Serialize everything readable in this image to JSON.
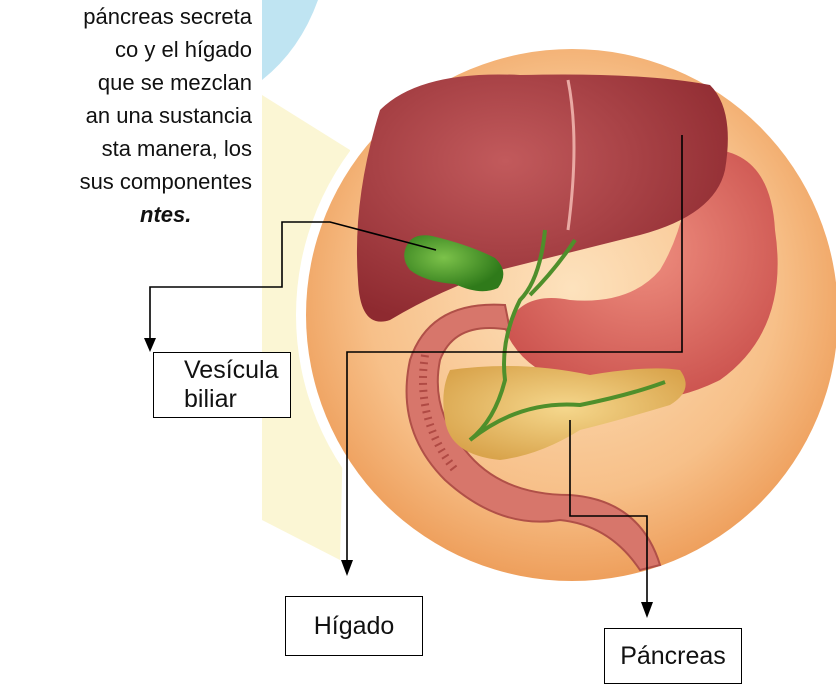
{
  "paragraph": {
    "lines": [
      "páncreas secreta",
      "co y el hígado",
      "que se mezclan",
      "an una sustancia",
      "sta manera, los",
      "sus componentes"
    ],
    "last_line": "ntes."
  },
  "labels": {
    "vesicula": "Vesícula biliar",
    "higado": "Hígado",
    "pancreas": "Páncreas"
  },
  "colors": {
    "circle_bg": "#f6c18a",
    "liver": "#a93b3f",
    "gallbladder": "#4a9a2a",
    "stomach": "#d9645c",
    "pancreas": "#e9c06a",
    "duodenum": "#d9766c"
  }
}
